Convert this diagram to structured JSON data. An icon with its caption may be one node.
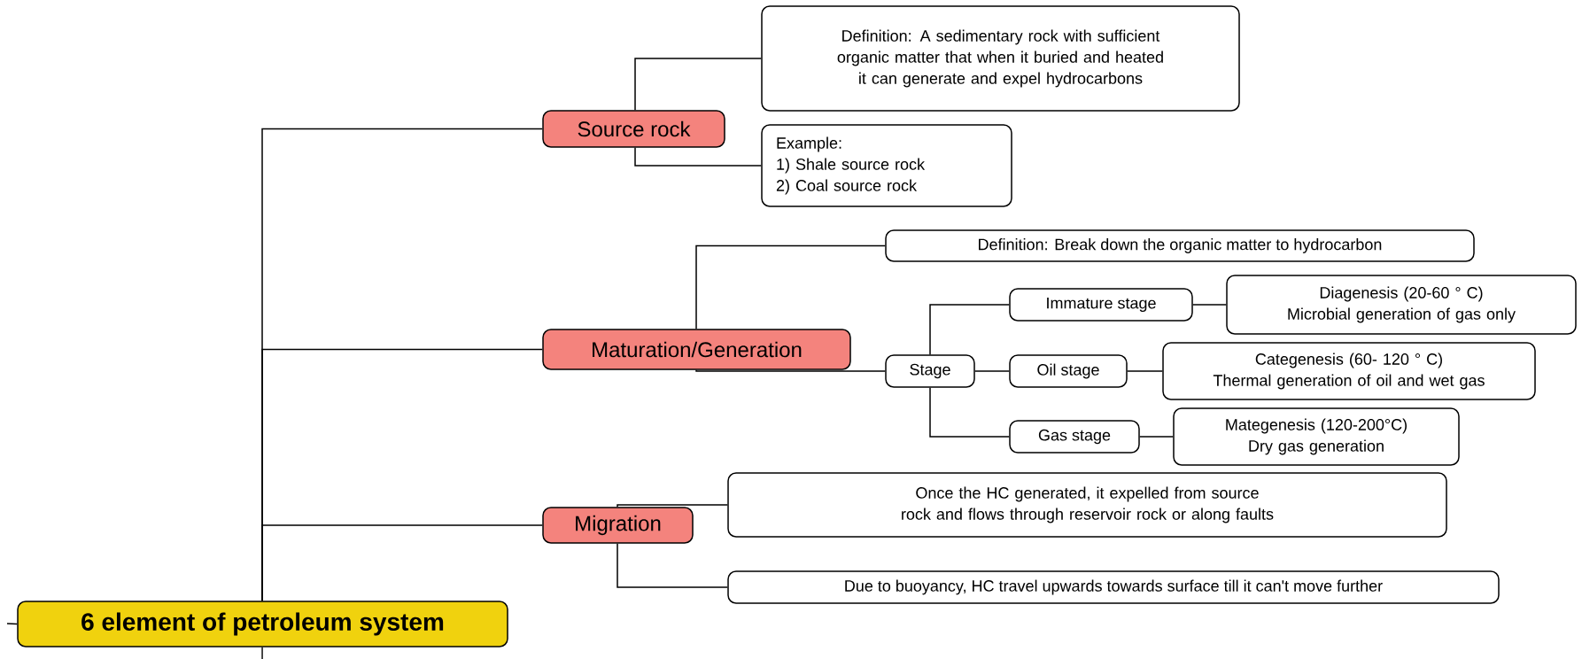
{
  "diagram": {
    "nodes": [
      {
        "text": [
          "6 element of petroleum system"
        ]
      },
      {
        "text": [
          "Source rock"
        ]
      },
      {
        "text": [
          "Definition: A sedimentary rock with sufficient organic matter that when it buried and heated it can generate and expel hydrocarbons"
        ]
      },
      {
        "text": [
          "Example:",
          "1) Shale source rock",
          "2) Coal source rock"
        ]
      },
      {
        "text": [
          "Maturation/Generation"
        ]
      },
      {
        "text": [
          "Definition: Break down the organic matter to hydrocarbon"
        ]
      },
      {
        "text": [
          "Stage"
        ]
      },
      {
        "text": [
          "Immature stage"
        ]
      },
      {
        "text": [
          "Diagenesis (20-60 ° C)",
          "Microbial generation of gas only"
        ]
      },
      {
        "text": [
          "Oil stage"
        ]
      },
      {
        "text": [
          "Categenesis (60- 120 ° C)",
          "Thermal generation of oil and wet gas"
        ]
      },
      {
        "text": [
          "Gas stage"
        ]
      },
      {
        "text": [
          "Mategenesis (120-200°C)",
          "Dry gas generation"
        ]
      },
      {
        "text": [
          "Migration"
        ]
      },
      {
        "text": [
          "Once the HC generated, it expelled from source rock and flows through reservoir rock or along faults"
        ]
      },
      {
        "text": [
          "Due to buoyancy, HC travel upwards towards surface till it can't move further"
        ]
      }
    ],
    "edges": [
      {
        "from": null,
        "to": 0,
        "arrow": "none"
      },
      {
        "from": 0,
        "to": null,
        "arrow": "none"
      },
      {
        "from": 0,
        "to": 1,
        "arrow": "none"
      },
      {
        "from": 0,
        "to": 4,
        "arrow": "none"
      },
      {
        "from": 0,
        "to": 13,
        "arrow": "none"
      },
      {
        "from": 1,
        "to": 2,
        "arrow": "none"
      },
      {
        "from": 1,
        "to": 3,
        "arrow": "none"
      },
      {
        "from": 4,
        "to": 5,
        "arrow": "none"
      },
      {
        "from": 4,
        "to": 6,
        "arrow": "none"
      },
      {
        "from": 6,
        "to": 7,
        "arrow": "none"
      },
      {
        "from": 6,
        "to": 9,
        "arrow": "none"
      },
      {
        "from": 6,
        "to": 11,
        "arrow": "none"
      },
      {
        "from": 7,
        "to": 8,
        "arrow": "none"
      },
      {
        "from": 9,
        "to": 10,
        "arrow": "none"
      },
      {
        "from": 11,
        "to": 12,
        "arrow": "none"
      },
      {
        "from": 13,
        "to": 14,
        "arrow": "none"
      },
      {
        "from": 13,
        "to": 15,
        "arrow": "none"
      }
    ]
  }
}
